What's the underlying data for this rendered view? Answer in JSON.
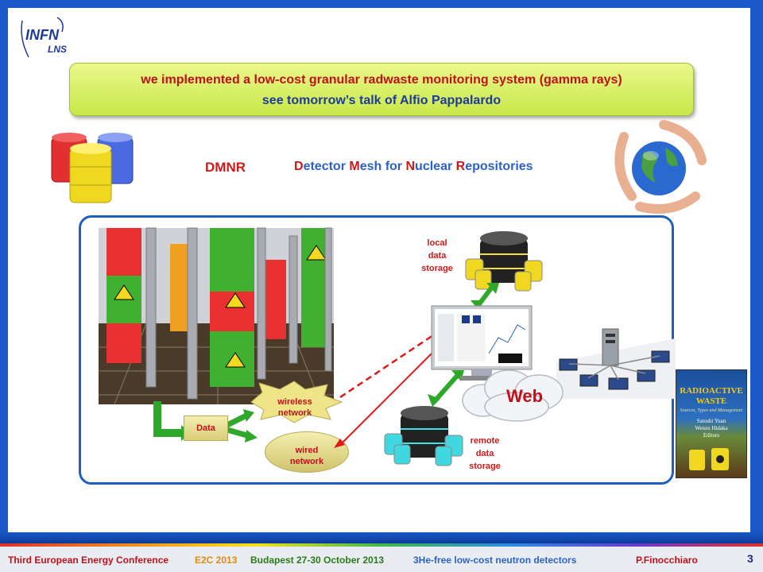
{
  "banner": {
    "line1": "we implemented a low-cost granular radwaste monitoring system (gamma rays)",
    "line2": "see tomorrow’s talk of Alfio Pappalardo"
  },
  "logo": {
    "main": "INFN",
    "sub": "LNS"
  },
  "dmnr": "DMNR",
  "acronym": [
    {
      "letter": "D",
      "rest": "etector "
    },
    {
      "letter": "M",
      "rest": "esh for "
    },
    {
      "letter": "N",
      "rest": "uclear "
    },
    {
      "letter": "R",
      "rest": "epositories"
    }
  ],
  "diagram": {
    "local_storage": [
      "local",
      "data",
      "storage"
    ],
    "remote_storage": [
      "remote",
      "data",
      "storage"
    ],
    "web": "Web",
    "data": "Data",
    "wireless": [
      "wireless",
      "network"
    ],
    "wired": [
      "wired",
      "network"
    ]
  },
  "book": {
    "title1": "RADIOACTIVE",
    "title2": "WASTE",
    "subtitle": "Sources, Types and Management",
    "authors": [
      "Satoshi Yuan",
      "Wenzu Hidaka",
      "Editors"
    ]
  },
  "footer": {
    "conference": "Third European Energy Conference",
    "acronym": "E2C 2013",
    "place_date": "Budapest 27-30 October 2013",
    "topic": "3He-free low-cost neutron detectors",
    "author": "P.Finocchiaro",
    "page": "3"
  },
  "colors": {
    "frame": "#1a58c8",
    "banner_bg": "#d8ef6a",
    "red_text": "#d0181a",
    "blue_text": "#2a62c8",
    "footer_bg": "#e9edf2"
  },
  "icons": [
    "infn-logo-icon",
    "barrels-icon",
    "globe-hands-icon",
    "server-storage-icon",
    "monitor-icon",
    "network-computers-icon",
    "cloud-icon",
    "book-cover-icon"
  ]
}
